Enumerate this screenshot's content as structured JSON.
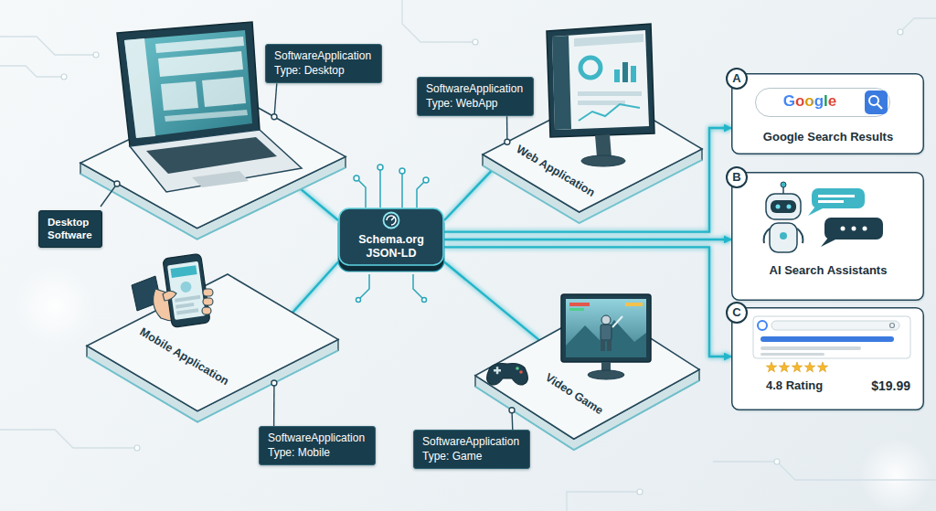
{
  "diagram": {
    "nodes": [
      {
        "text": [
          "Desktop Software"
        ]
      },
      {
        "text": [
          "SoftwareApplication Type: Desktop"
        ]
      },
      {
        "text": [
          "SoftwareApplication Type: WebApp"
        ]
      },
      {
        "text": [
          "Web Application"
        ]
      },
      {
        "text": [
          "Schema.org JSON-LD"
        ]
      },
      {
        "text": [
          "Google Search Results"
        ]
      },
      {
        "text": [
          "A"
        ],
        "in": 5
      },
      {
        "text": [
          "Google"
        ],
        "in": 5
      },
      {
        "text": [
          "AI Search Assistants"
        ]
      },
      {
        "text": [
          "B"
        ],
        "in": 8
      },
      {
        "text": [
          "Mobile Application"
        ]
      },
      {
        "text": [
          "Video Game"
        ]
      },
      {
        "text": [
          "4.8 Rating",
          "$19.99"
        ]
      },
      {
        "text": [
          "C"
        ],
        "in": 12
      },
      {
        "text": [
          "SoftwareApplication Type: Mobile"
        ]
      },
      {
        "text": [
          "SoftwareApplication Type: Game"
        ]
      }
    ],
    "edges": [
      {
        "from": 1,
        "to": 0,
        "arrow": "none"
      },
      {
        "from": 2,
        "to": 3,
        "arrow": "none"
      },
      {
        "from": 4,
        "to": 0,
        "arrow": "none"
      },
      {
        "from": 4,
        "to": 3,
        "arrow": "none"
      },
      {
        "from": 4,
        "to": 10,
        "arrow": "none"
      },
      {
        "from": 4,
        "to": 11,
        "arrow": "none"
      },
      {
        "from": 4,
        "to": 5,
        "arrow": "to"
      },
      {
        "from": 4,
        "to": 8,
        "arrow": "to"
      },
      {
        "from": 4,
        "to": 12,
        "arrow": "to"
      },
      {
        "from": 14,
        "to": 10,
        "arrow": "none"
      },
      {
        "from": 15,
        "to": 11,
        "arrow": "none"
      }
    ]
  }
}
